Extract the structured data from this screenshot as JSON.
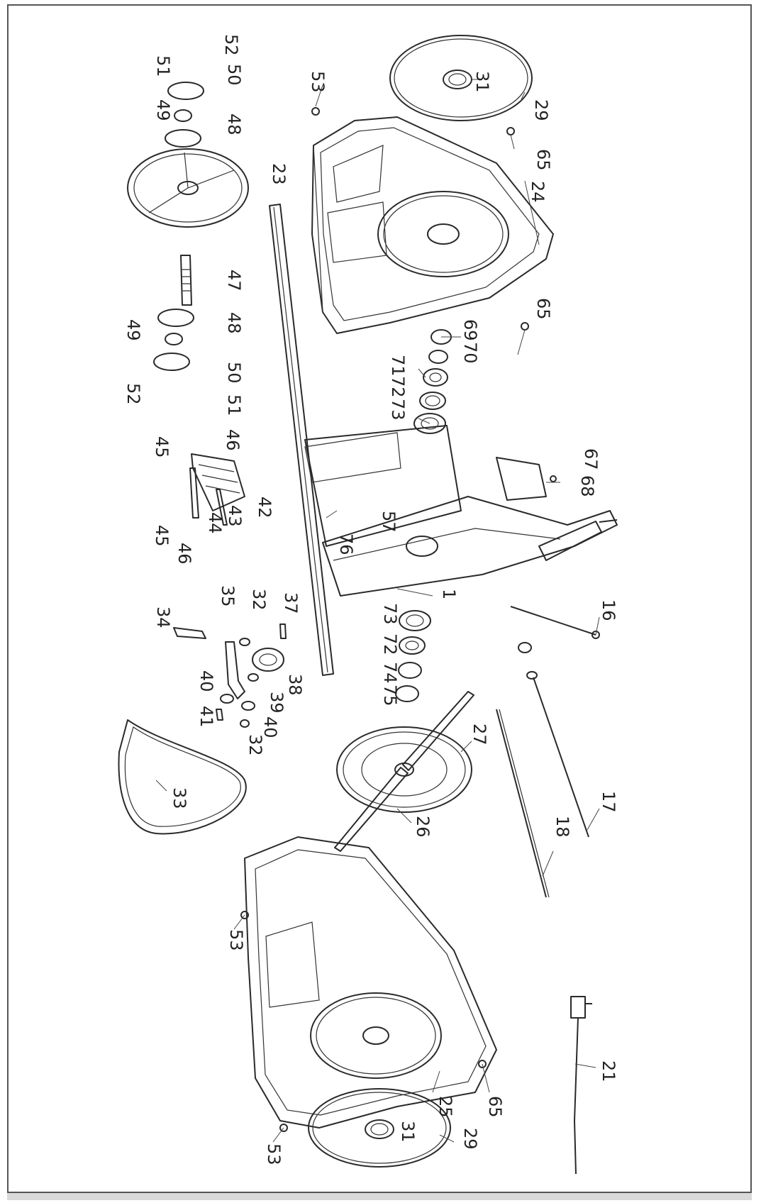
{
  "callouts": [
    {
      "id": "c31a",
      "text": "31"
    },
    {
      "id": "c29a",
      "text": "29"
    },
    {
      "id": "c65a",
      "text": "65"
    },
    {
      "id": "c53a",
      "text": "53"
    },
    {
      "id": "c24",
      "text": "24"
    },
    {
      "id": "c65b",
      "text": "65"
    },
    {
      "id": "c69",
      "text": "69"
    },
    {
      "id": "c70",
      "text": "70"
    },
    {
      "id": "c71",
      "text": "71"
    },
    {
      "id": "c72a",
      "text": "72"
    },
    {
      "id": "c73a",
      "text": "73"
    },
    {
      "id": "c67",
      "text": "67"
    },
    {
      "id": "c68",
      "text": "68"
    },
    {
      "id": "c57",
      "text": "57"
    },
    {
      "id": "c76",
      "text": "76"
    },
    {
      "id": "c1",
      "text": "1"
    },
    {
      "id": "c73b",
      "text": "73"
    },
    {
      "id": "c72b",
      "text": "72"
    },
    {
      "id": "c74",
      "text": "74"
    },
    {
      "id": "c75",
      "text": "75"
    },
    {
      "id": "c16",
      "text": "16"
    },
    {
      "id": "c17",
      "text": "17"
    },
    {
      "id": "c18",
      "text": "18"
    },
    {
      "id": "c27",
      "text": "27"
    },
    {
      "id": "c26",
      "text": "26"
    },
    {
      "id": "c52a",
      "text": "52"
    },
    {
      "id": "c51a",
      "text": "51"
    },
    {
      "id": "c50a",
      "text": "50"
    },
    {
      "id": "c49a",
      "text": "49"
    },
    {
      "id": "c48a",
      "text": "48"
    },
    {
      "id": "c23",
      "text": "23"
    },
    {
      "id": "c47",
      "text": "47"
    },
    {
      "id": "c48b",
      "text": "48"
    },
    {
      "id": "c49b",
      "text": "49"
    },
    {
      "id": "c50b",
      "text": "50"
    },
    {
      "id": "c52b",
      "text": "52"
    },
    {
      "id": "c51b",
      "text": "51"
    },
    {
      "id": "c46a",
      "text": "46"
    },
    {
      "id": "c45a",
      "text": "45"
    },
    {
      "id": "c42",
      "text": "42"
    },
    {
      "id": "c43",
      "text": "43"
    },
    {
      "id": "c44",
      "text": "44"
    },
    {
      "id": "c45b",
      "text": "45"
    },
    {
      "id": "c46b",
      "text": "46"
    },
    {
      "id": "c34",
      "text": "34"
    },
    {
      "id": "c35",
      "text": "35"
    },
    {
      "id": "c32a",
      "text": "32"
    },
    {
      "id": "c37",
      "text": "37"
    },
    {
      "id": "c38",
      "text": "38"
    },
    {
      "id": "c39",
      "text": "39"
    },
    {
      "id": "c40a",
      "text": "40"
    },
    {
      "id": "c41",
      "text": "41"
    },
    {
      "id": "c40b",
      "text": "40"
    },
    {
      "id": "c32b",
      "text": "32"
    },
    {
      "id": "c33",
      "text": "33"
    },
    {
      "id": "c53b",
      "text": "53"
    },
    {
      "id": "c25",
      "text": "25"
    },
    {
      "id": "c65c",
      "text": "65"
    },
    {
      "id": "c53c",
      "text": "53"
    },
    {
      "id": "c31b",
      "text": "31"
    },
    {
      "id": "c29b",
      "text": "29"
    },
    {
      "id": "c21",
      "text": "21"
    }
  ]
}
